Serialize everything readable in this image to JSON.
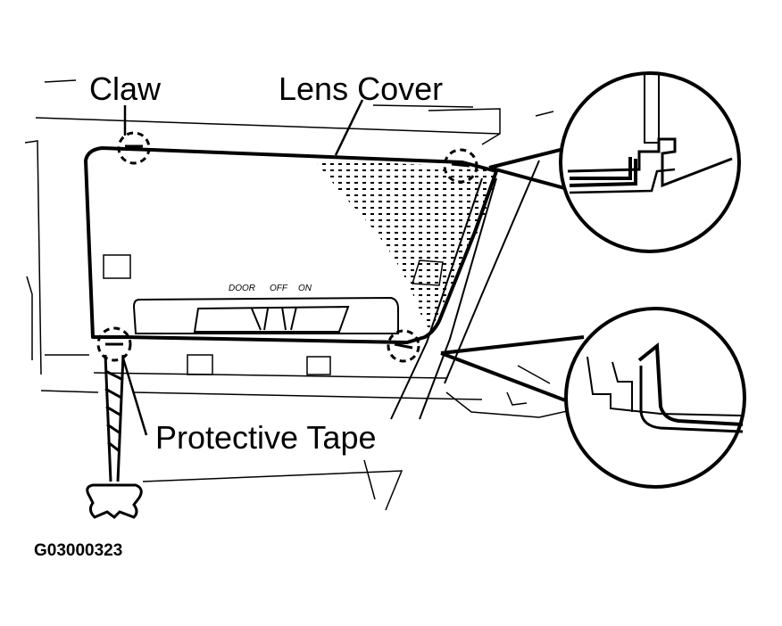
{
  "labels": {
    "claw": "Claw",
    "lens_cover": "Lens Cover",
    "protective_tape": "Protective Tape",
    "figure_code": "G03000323"
  },
  "switch": {
    "door": "DOOR",
    "off": "OFF",
    "on": "ON"
  },
  "colors": {
    "line": "#000000",
    "background": "#ffffff"
  }
}
